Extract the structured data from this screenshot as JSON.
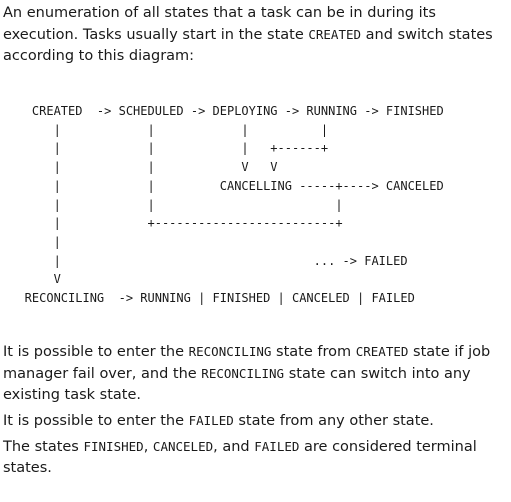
{
  "intro": {
    "text_before": "An enumeration of all states that a task can be in during its execution. Tasks usually start in the state ",
    "code_created": "CREATED",
    "text_after": " and switch states according to this diagram:"
  },
  "diagram": {
    "lines": [
      "",
      "    CREATED  -> SCHEDULED -> DEPLOYING -> RUNNING -> FINISHED",
      "       |            |            |          |",
      "       |            |            |   +------+",
      "       |            |            V   V",
      "       |            |         CANCELLING -----+----> CANCELED",
      "       |            |                         |",
      "       |            +-------------------------+",
      "       |",
      "       |                                   ... -> FAILED",
      "       V",
      "   RECONCILING  -> RUNNING | FINISHED | CANCELED | FAILED"
    ]
  },
  "notes": {
    "n1": {
      "t1": "It is possible to enter the ",
      "c1": "RECONCILING",
      "t2": " state from ",
      "c2": "CREATED",
      "t3": " state if job manager fail over, and the ",
      "c3": "RECONCILING",
      "t4": " state can switch into any existing task state."
    },
    "n2": {
      "t1": "It is possible to enter the ",
      "c1": "FAILED",
      "t2": " state from any other state."
    },
    "n3": {
      "t1": "The states ",
      "c1": "FINISHED",
      "t2": ", ",
      "c2": "CANCELED",
      "t3": ", and ",
      "c3": "FAILED",
      "t4": " are considered terminal states."
    }
  }
}
